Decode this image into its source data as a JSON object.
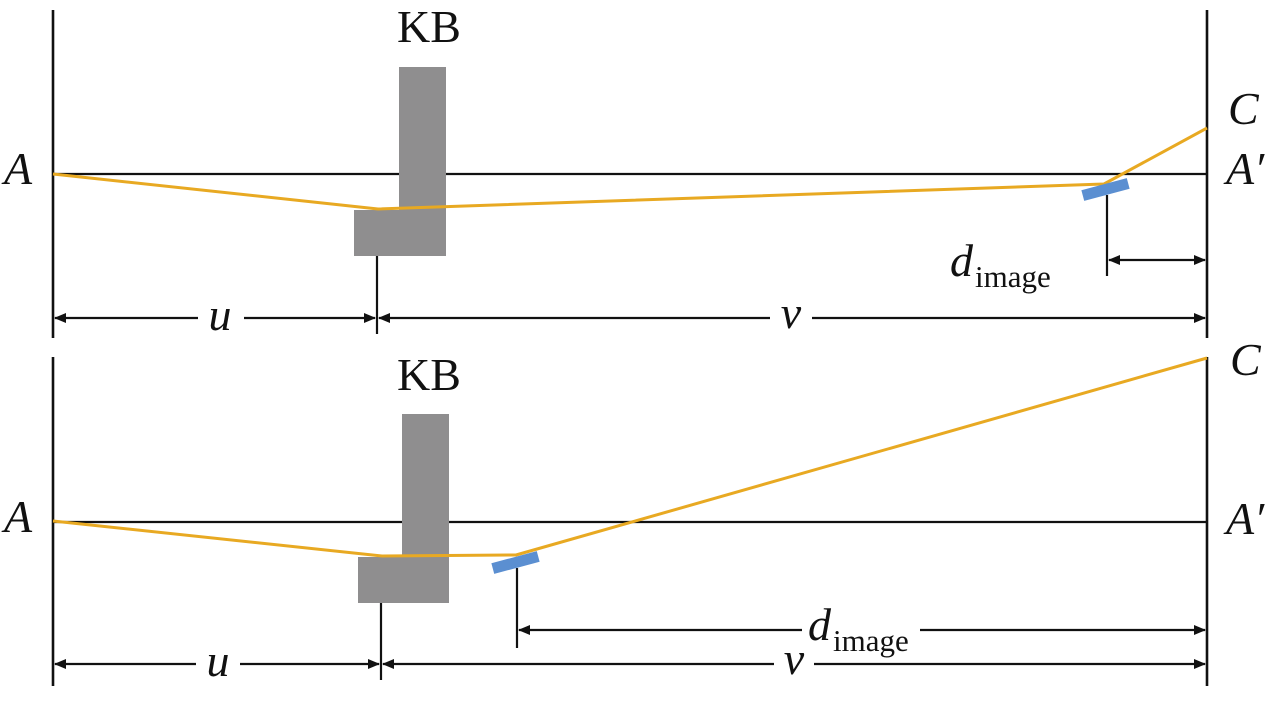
{
  "panels": [
    {
      "id": "top",
      "mirror_label": "KB",
      "point_a": "A",
      "point_a_prime": "A′",
      "point_c": "C",
      "dim_u": "u",
      "dim_v": "v",
      "dim_d_main": "d",
      "dim_d_sub": "image"
    },
    {
      "id": "bottom",
      "mirror_label": "KB",
      "point_a": "A",
      "point_a_prime": "A′",
      "point_c": "C",
      "dim_u": "u",
      "dim_v": "v",
      "dim_d_main": "d",
      "dim_d_sub": "image"
    }
  ],
  "colors": {
    "beam": "#e8a922",
    "mirror": "#8f8e8f",
    "detector": "#5b8fd1",
    "line": "#111111"
  }
}
